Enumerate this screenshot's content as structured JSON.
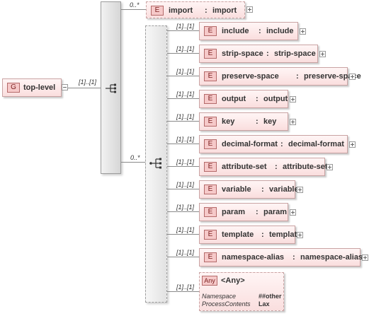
{
  "root": {
    "badge": "G",
    "name": "top-level"
  },
  "import_item": {
    "badge": "E",
    "name": "import",
    "separator": ":",
    "type": "import",
    "cardinality": "0..*"
  },
  "choice_cardinality": "0..*",
  "root_cardinality": "[1]..[1]",
  "children": [
    {
      "badge": "E",
      "name": "include",
      "separator": ":",
      "type": "include",
      "cardinality": "[1]..[1]"
    },
    {
      "badge": "E",
      "name": "strip-space",
      "separator": ":",
      "type": "strip-space",
      "cardinality": "[1]..[1]"
    },
    {
      "badge": "E",
      "name": "preserve-space",
      "separator": ":",
      "type": "preserve-space",
      "cardinality": "[1]..[1]"
    },
    {
      "badge": "E",
      "name": "output",
      "separator": ":",
      "type": "output",
      "cardinality": "[1]..[1]"
    },
    {
      "badge": "E",
      "name": "key",
      "separator": ":",
      "type": "key",
      "cardinality": "[1]..[1]"
    },
    {
      "badge": "E",
      "name": "decimal-format",
      "separator": ":",
      "type": "decimal-format",
      "cardinality": "[1]..[1]"
    },
    {
      "badge": "E",
      "name": "attribute-set",
      "separator": ":",
      "type": "attribute-set",
      "cardinality": "[1]..[1]"
    },
    {
      "badge": "E",
      "name": "variable",
      "separator": ":",
      "type": "variable",
      "cardinality": "[1]..[1]"
    },
    {
      "badge": "E",
      "name": "param",
      "separator": ":",
      "type": "param",
      "cardinality": "[1]..[1]"
    },
    {
      "badge": "E",
      "name": "template",
      "separator": ":",
      "type": "template",
      "cardinality": "[1]..[1]"
    },
    {
      "badge": "E",
      "name": "namespace-alias",
      "separator": ":",
      "type": "namespace-alias",
      "cardinality": "[1]..[1]"
    }
  ],
  "any_item": {
    "badge": "Any",
    "name": "<Any>",
    "cardinality": "[1]..[1]",
    "namespace_label": "Namespace",
    "namespace_value": "##other",
    "process_label": "ProcessContents",
    "process_value": "Lax"
  },
  "colors": {
    "card_fill": "#fadede",
    "card_border": "#c9a3a3",
    "badge_fill": "#f6c9c9",
    "connector": "#8a8a8a"
  },
  "icons": {
    "sequence": "sequence-icon",
    "choice": "choice-icon"
  }
}
